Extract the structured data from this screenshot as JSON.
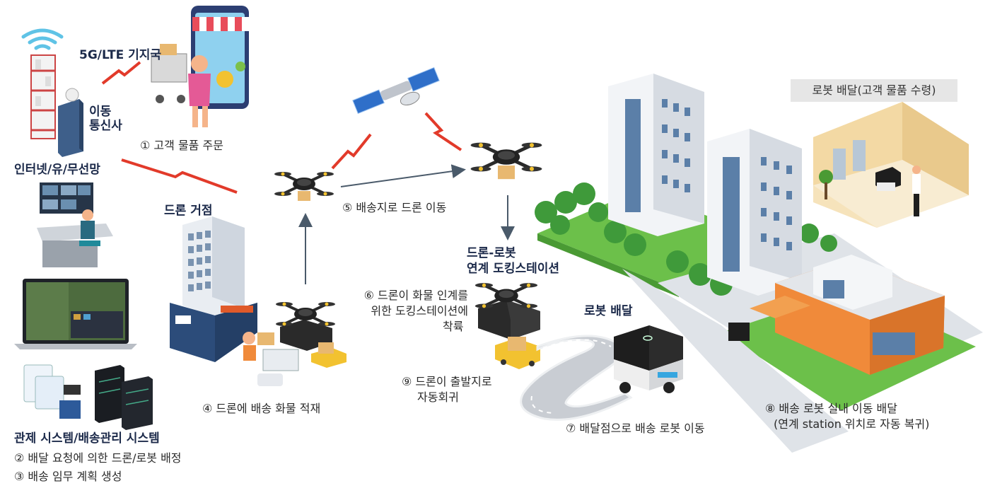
{
  "labels": {
    "base_station": "5G/LTE 기지국",
    "telecom_l1": "이동",
    "telecom_l2": "통신사",
    "network": "인터넷/유/무선망",
    "step1": "① 고객 물품 주문",
    "drone_hub": "드론 거점",
    "step5": "⑤ 배송지로 드론 이동",
    "dock_l1": "드론-로봇",
    "dock_l2": "연계 도킹스테이션",
    "step6_l1": "⑥ 드론이 화물 인계를",
    "step6_l2": "위한 도킹스테이션에",
    "step6_l3": "착륙",
    "robot_delivery": "로봇 배달",
    "robot_indoor_box": "로봇 배달(고객 물품 수령)",
    "step9_l1": "⑨ 드론이 출발지로",
    "step9_l2": "자동회귀",
    "step4": "④ 드론에 배송 화물 적재",
    "step7": "⑦ 배달점으로 배송 로봇 이동",
    "step8_l1": "⑧ 배송 로봇 실내 이동 배달",
    "step8_l2": "(연계 station 위치로 자동 복귀)",
    "control_system": "관제 시스템/배송관리 시스템",
    "step2": "② 배달 요청에 의한 드론/로봇 배정",
    "step3": "③ 배송 임무 계획 생성"
  },
  "colors": {
    "navy_text": "#1c2a4a",
    "signal_red": "#e23a2a",
    "arrow_gray": "#4a5a6a",
    "grass": "#6cc04a",
    "tree": "#3f9a3a",
    "road": "#c9cdd3",
    "building_glass": "#5b7fa8",
    "orange_building": "#f08a3a",
    "package": "#e8b870",
    "robot_yellow": "#f2c230"
  },
  "icons": [
    "wifi-signal-icon",
    "radio-tower-icon",
    "telecom-building-icon",
    "shopping-phone-icon",
    "satellite-icon",
    "drone-icon",
    "control-room-icon",
    "laptop-map-icon",
    "server-rack-icon",
    "drone-hub-building-icon",
    "delivery-robot-icon",
    "docking-station-icon",
    "office-tower-icon",
    "warehouse-building-icon",
    "indoor-room-icon"
  ]
}
